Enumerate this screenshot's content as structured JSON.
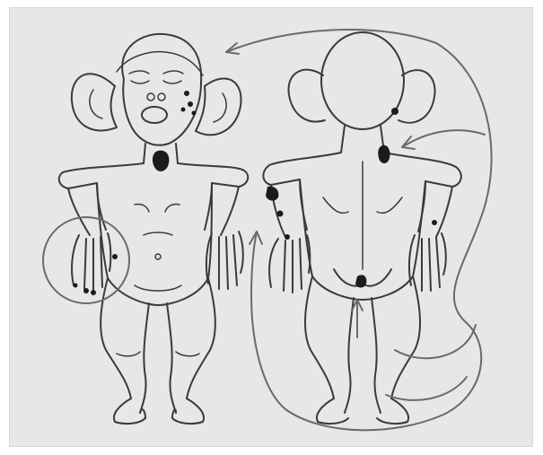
{
  "figure": {
    "background_color": "#e7e7e7",
    "line_color": "#3a3a3a",
    "lesion_color": "#1b1b1b",
    "arrow_color": "#6a6a6a",
    "views": [
      "front-view",
      "back-view"
    ],
    "markers": [
      "magnified-hand-circle",
      "lesion-marks",
      "connecting-arrows"
    ]
  }
}
